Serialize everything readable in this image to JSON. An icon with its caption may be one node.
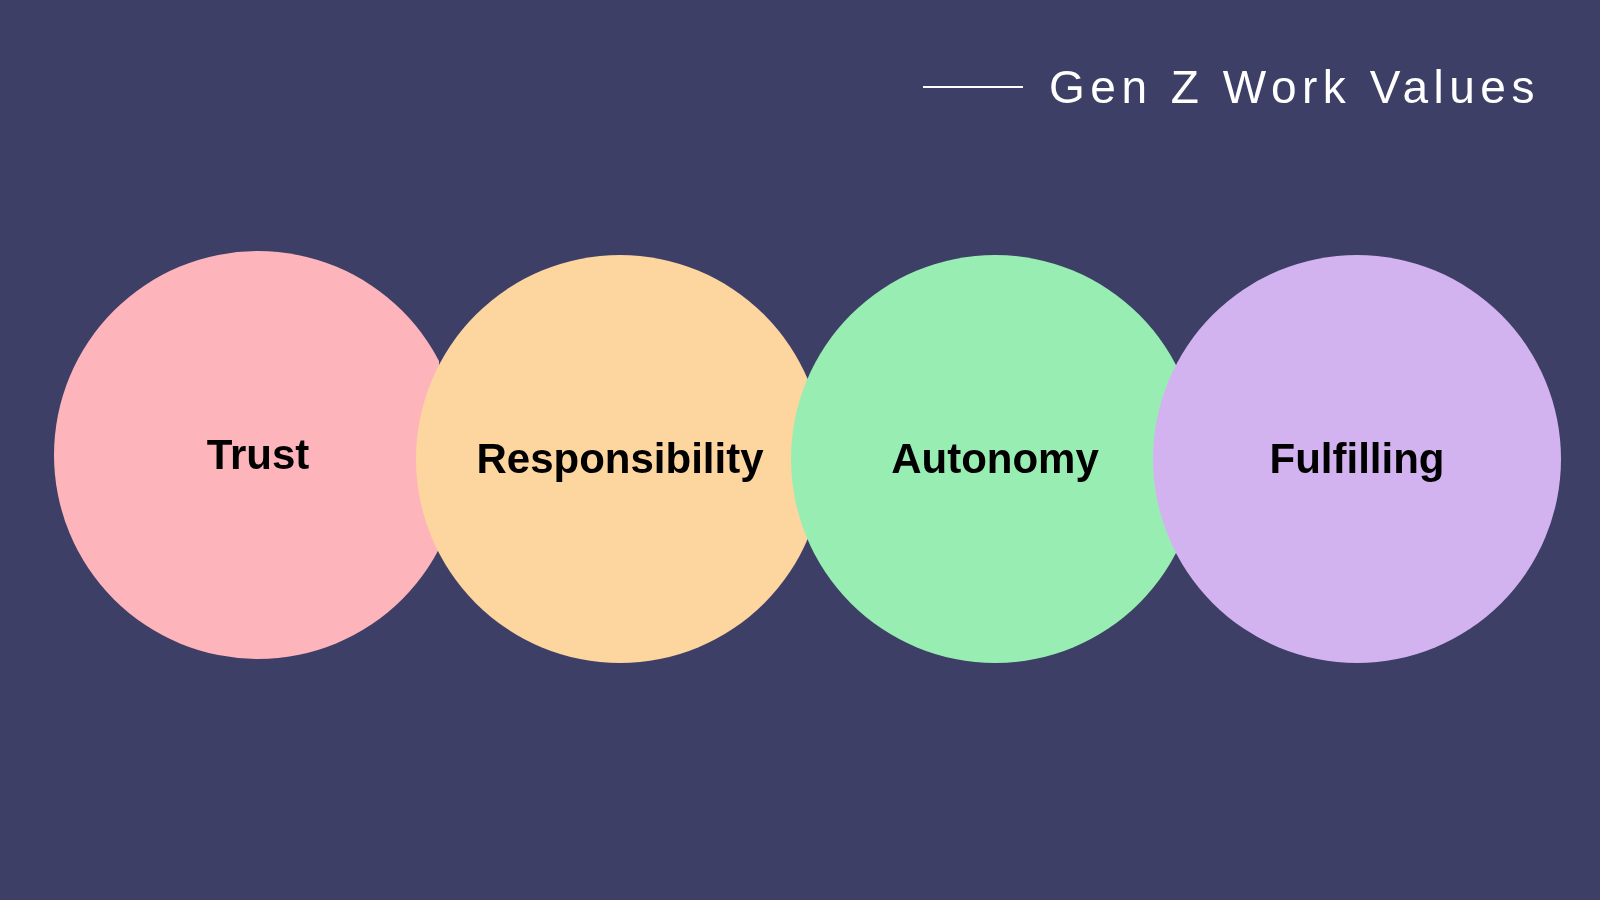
{
  "diagram": {
    "title": "Gen Z Work Values",
    "nodes": [
      {
        "text": [
          "Trust"
        ]
      },
      {
        "text": [
          "Responsibility"
        ]
      },
      {
        "text": [
          "Autonomy"
        ]
      },
      {
        "text": [
          "Fulfilling"
        ]
      }
    ]
  }
}
